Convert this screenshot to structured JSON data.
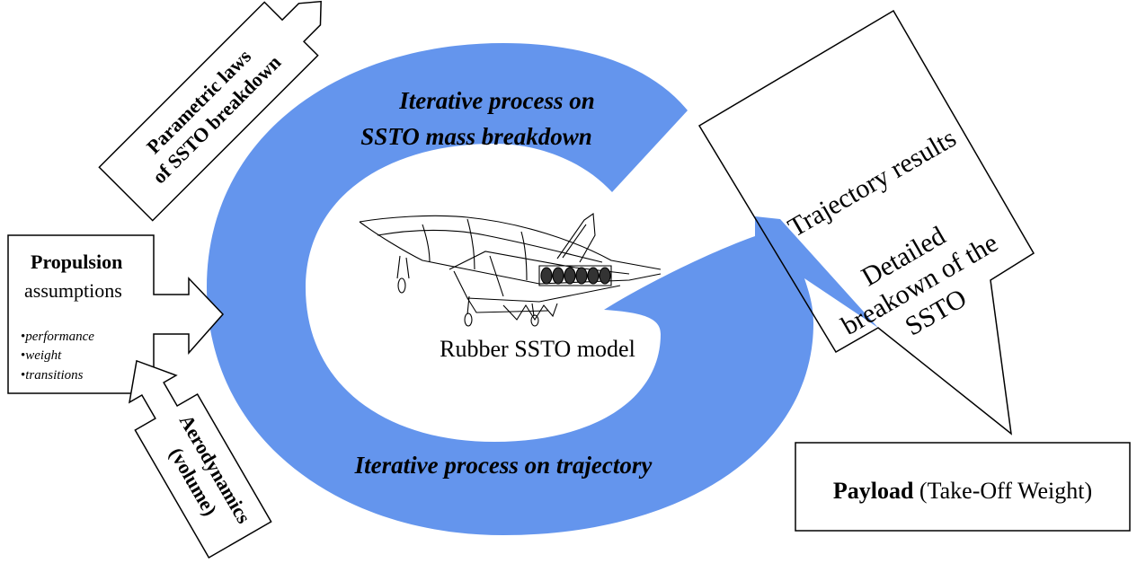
{
  "colors": {
    "cycle": "#6495ED",
    "stroke": "#000000",
    "background": "#ffffff"
  },
  "cycle": {
    "top_label_line1": "Iterative process on",
    "top_label_line2": "SSTO mass breakdown",
    "bottom_label": "Iterative process on trajectory"
  },
  "center": {
    "model_label": "Rubber SSTO model"
  },
  "inputs": {
    "parametric": {
      "line1": "Parametric laws",
      "line2": "of SSTO breakdown"
    },
    "propulsion": {
      "title": "Propulsion",
      "subtitle": "assumptions",
      "items": [
        "performance",
        "weight",
        "transitions"
      ]
    },
    "aerodynamics": {
      "line1": "Aerodynamics",
      "line2": "(volume)"
    }
  },
  "outputs": {
    "trajectory": "Trajectory results",
    "breakdown": {
      "line1": "Detailed",
      "line2": "breakown of the",
      "line3": "SSTO"
    },
    "payload": {
      "bold": "Payload",
      "rest": " (Take-Off Weight)"
    }
  }
}
